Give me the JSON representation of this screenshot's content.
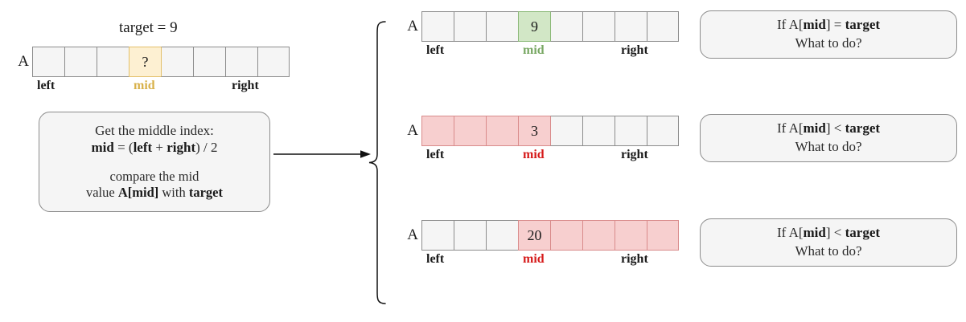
{
  "title": "Binary search mid comparison diagram",
  "colors": {
    "gold": "#d8b14a",
    "green": "#79a864",
    "red": "#d61b1b",
    "cell_fill": "#f5f5f5",
    "cell_border": "#8c8c8c",
    "yellow_fill": "#fdf0d2",
    "green_fill": "#d2e7c6",
    "pink_fill": "#f7cfcf",
    "box_fill": "#f5f5f5"
  },
  "source": {
    "caption": "target = 9",
    "array": {
      "name": "A",
      "cells": [
        "",
        "",
        "",
        "?",
        "",
        "",
        "",
        ""
      ],
      "fills": [
        "none",
        "none",
        "none",
        "yellow",
        "none",
        "none",
        "none",
        "none"
      ],
      "ticks": {
        "left": "left",
        "mid": "mid",
        "right": "right"
      },
      "mid_color": "gold"
    }
  },
  "formula_box": {
    "line1": "Get the middle index:",
    "line2_mid": "mid",
    "line2_eq": " = (",
    "line2_left": "left",
    "line2_plus": " + ",
    "line2_right": "right",
    "line2_tail": ") / 2",
    "line3": "compare the mid",
    "line4_a": "value ",
    "line4_amid": "A[mid]",
    "line4_b": " with ",
    "line4_target": "target"
  },
  "branches": [
    {
      "array": {
        "name": "A",
        "cells": [
          "",
          "",
          "",
          "9",
          "",
          "",
          "",
          ""
        ],
        "fills": [
          "none",
          "none",
          "none",
          "green",
          "none",
          "none",
          "none",
          "none"
        ],
        "ticks": {
          "left": "left",
          "mid": "mid",
          "right": "right"
        },
        "mid_color": "green"
      },
      "question": {
        "line1_if": "If A[",
        "line1_mid": "mid",
        "line1_close": "] ",
        "line1_op": "=",
        "line1_sp": " ",
        "line1_target": "target",
        "line2": "What to do?"
      }
    },
    {
      "array": {
        "name": "A",
        "cells": [
          "",
          "",
          "",
          "3",
          "",
          "",
          "",
          ""
        ],
        "fills": [
          "pink",
          "pink",
          "pink",
          "pink",
          "none",
          "none",
          "none",
          "none"
        ],
        "ticks": {
          "left": "left",
          "mid": "mid",
          "right": "right"
        },
        "mid_color": "red"
      },
      "question": {
        "line1_if": "If A[",
        "line1_mid": "mid",
        "line1_close": "] ",
        "line1_op": "<",
        "line1_sp": " ",
        "line1_target": "target",
        "line2": "What to do?"
      }
    },
    {
      "array": {
        "name": "A",
        "cells": [
          "",
          "",
          "",
          "20",
          "",
          "",
          "",
          ""
        ],
        "fills": [
          "none",
          "none",
          "none",
          "pink",
          "pink",
          "pink",
          "pink",
          "pink"
        ],
        "ticks": {
          "left": "left",
          "mid": "mid",
          "right": "right"
        },
        "mid_color": "red"
      },
      "question": {
        "line1_if": "If A[",
        "line1_mid": "mid",
        "line1_close": "] ",
        "line1_op": "<",
        "line1_sp": " ",
        "line1_target": "target",
        "line2": "What to do?"
      }
    }
  ],
  "connector": {
    "arrow": "flow-arrow-right",
    "brace": "group-brace-left"
  }
}
